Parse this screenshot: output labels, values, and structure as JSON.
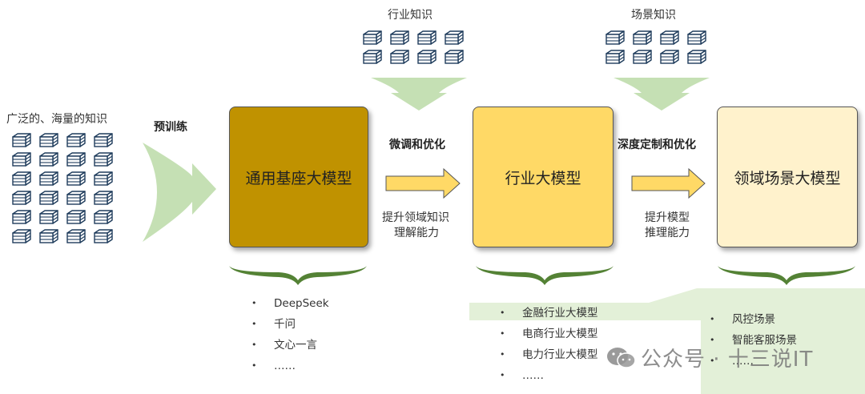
{
  "left": {
    "knowledge_label": "广泛的、海量的知识",
    "pretrain_label": "预训练"
  },
  "top": {
    "industry_knowledge": "行业知识",
    "scene_knowledge": "场景知识"
  },
  "boxes": {
    "general": {
      "label": "通用基座大模型",
      "fill": "#c09200"
    },
    "industry": {
      "label": "行业大模型",
      "fill": "#ffd966"
    },
    "domain": {
      "label": "领域场景大模型",
      "fill": "#fff2cc"
    }
  },
  "arrows": {
    "a1_top": "微调和优化",
    "a1_bottom_line1": "提升领域知识",
    "a1_bottom_line2": "理解能力",
    "a2_top": "深度定制和优化",
    "a2_bottom_line1": "提升模型",
    "a2_bottom_line2": "推理能力"
  },
  "lists": {
    "general": {
      "bullet": "•",
      "items": [
        "DeepSeek",
        "千问",
        "文心一言",
        "……"
      ]
    },
    "industry": {
      "bullet": "•",
      "items": [
        "金融行业大模型",
        "电商行业大模型",
        "电力行业大模型",
        "……"
      ]
    },
    "domain": {
      "bullet": "•",
      "items": [
        "风控场景",
        "智能客服场景",
        "……"
      ]
    }
  },
  "watermark": "公众号 · 十三说IT",
  "colors": {
    "green_arrow": "#c5e0b4",
    "green_brace": "#548235",
    "yellow_arrow": "#ffd966",
    "highlight_band": "#e3f0d8"
  },
  "icons": {
    "knowledge": "database-cube-icon",
    "watermark": "wechat-icon"
  }
}
